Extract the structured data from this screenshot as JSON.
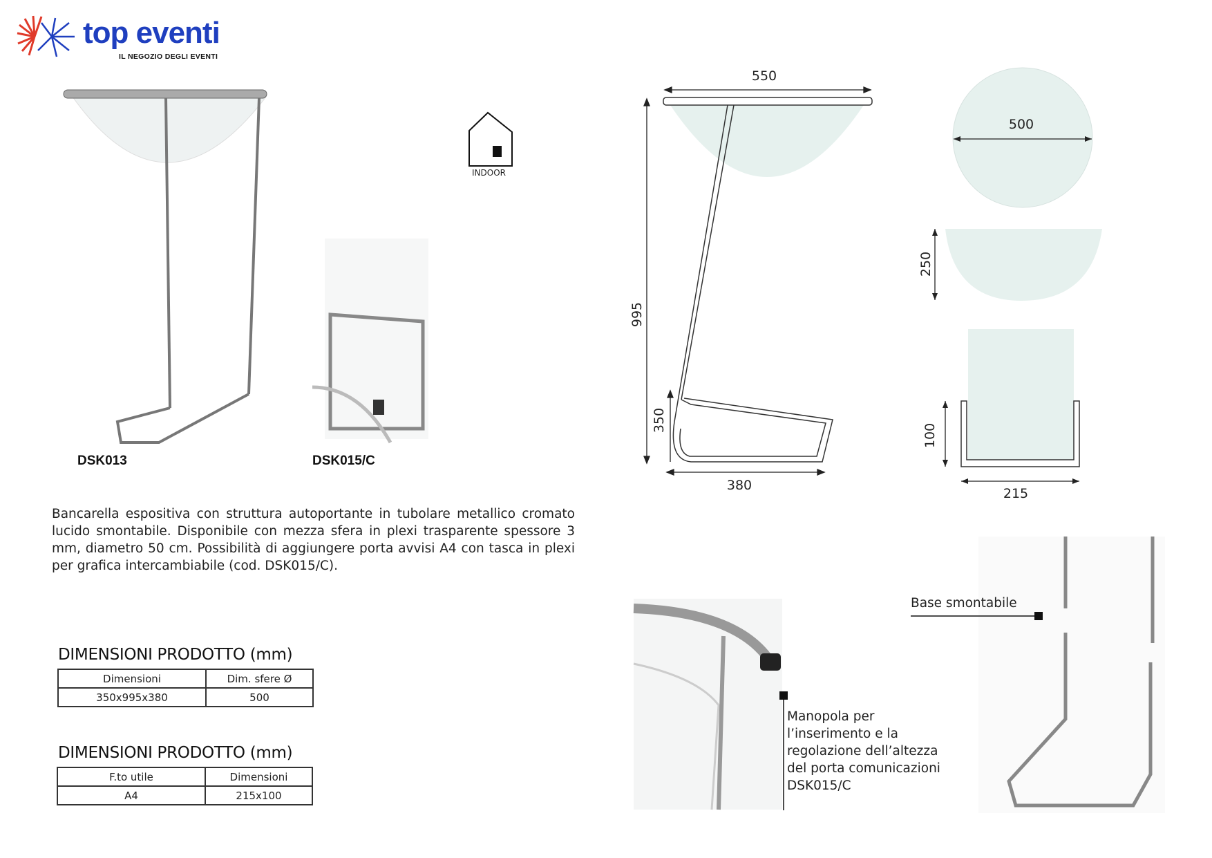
{
  "logo": {
    "name": "top eventi",
    "tagline": "IL NEGOZIO DEGLI EVENTI"
  },
  "indoor_icon": {
    "label": "INDOOR"
  },
  "products": [
    {
      "code": "DSK013"
    },
    {
      "code": "DSK015/C"
    }
  ],
  "description": "Bancarella espositiva con struttura autoportante in tubolare metallico cromato lucido smontabile. Disponibile con mezza sfera in plexi trasparente spessore 3 mm, diametro 50 cm. Possibilità di aggiungere porta avvisi A4 con tasca in plexi per grafica intercambiabile (cod. DSK015/C).",
  "tables": [
    {
      "title": "DIMENSIONI PRODOTTO (mm)",
      "headers": [
        "Dimensioni",
        "Dim. sfere Ø"
      ],
      "rows": [
        [
          "350x995x380",
          "500"
        ]
      ]
    },
    {
      "title": "DIMENSIONI PRODOTTO (mm)",
      "headers": [
        "F.to utile",
        "Dimensioni"
      ],
      "rows": [
        [
          "A4",
          "215x100"
        ]
      ]
    }
  ],
  "drawing": {
    "side": {
      "width_top": "550",
      "height": "995",
      "base_height": "350",
      "base_depth": "380"
    },
    "sphere": {
      "diameter": "500",
      "depth": "250"
    },
    "pocket": {
      "height": "100",
      "width": "215"
    }
  },
  "callouts": {
    "knob": "Manopola per l’inserimento e la regolazione dell’altezza del porta comunicazioni DSK015/C",
    "base": "Base smontabile"
  },
  "colors": {
    "logo_blue": "#1f3fbf",
    "logo_red": "#e03a2a",
    "plexi": "#e6f1ee"
  }
}
